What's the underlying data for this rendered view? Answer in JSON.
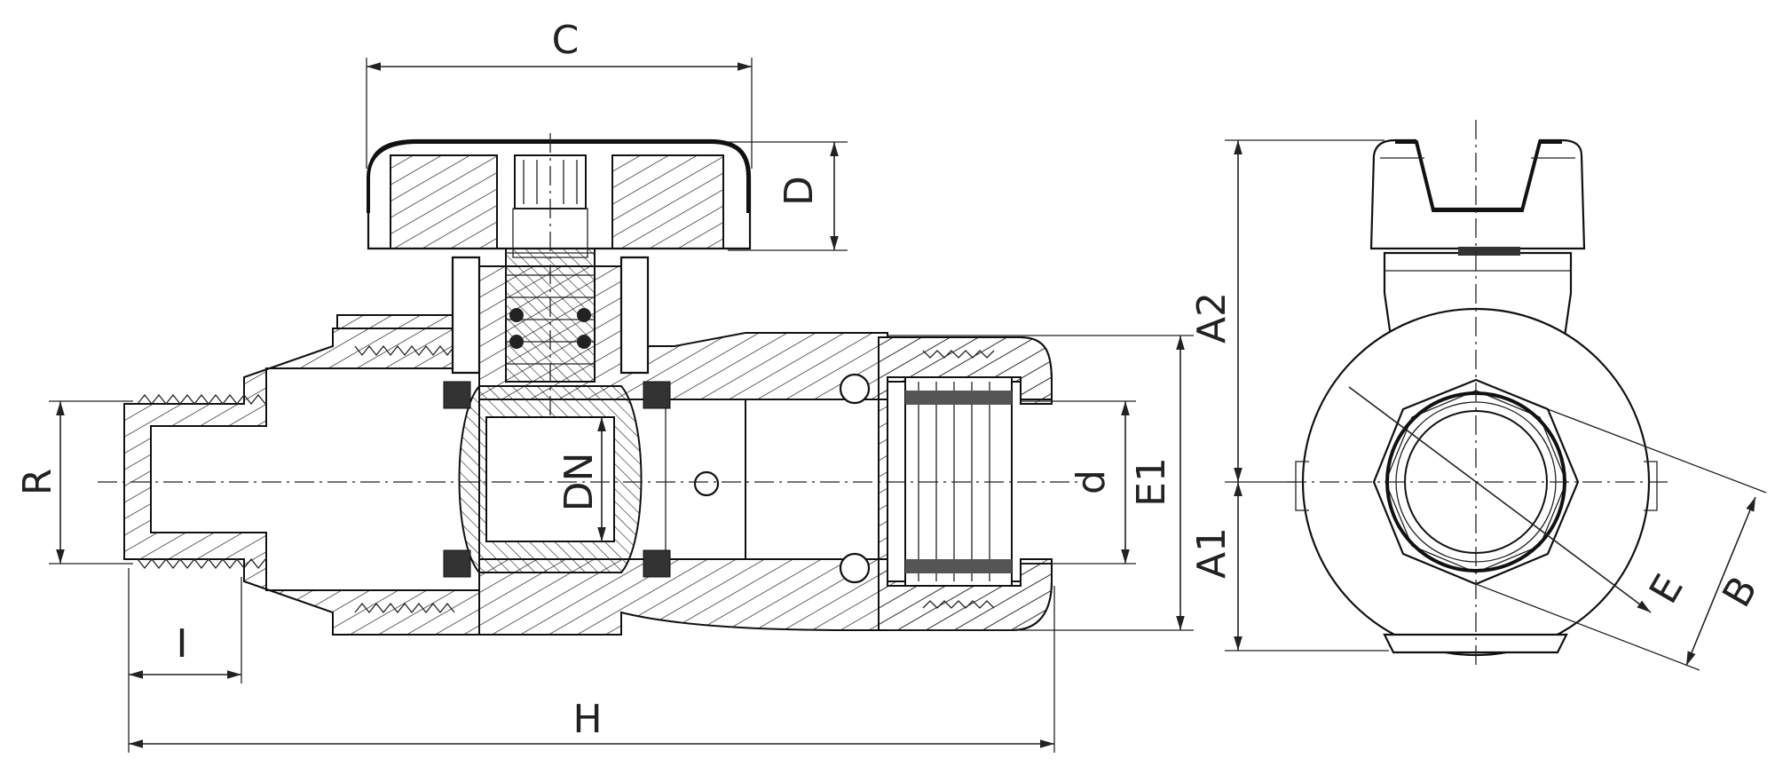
{
  "labels": {
    "c": "C",
    "d_upper": "D",
    "r": "R",
    "dn": "DN",
    "d_lower": "d",
    "e1": "E1",
    "i": "I",
    "h": "H",
    "a2": "A2",
    "a1": "A1",
    "e": "E",
    "b": "B"
  }
}
